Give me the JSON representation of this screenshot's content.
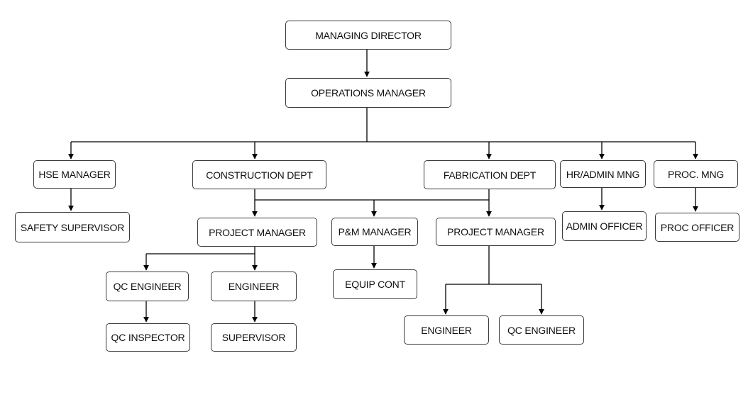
{
  "org_chart": {
    "nodes": {
      "managing_director": "MANAGING DIRECTOR",
      "operations_manager": "OPERATIONS MANAGER",
      "hse_manager": "HSE MANAGER",
      "safety_supervisor": "SAFETY SUPERVISOR",
      "construction_dept": "CONSTRUCTION DEPT",
      "fabrication_dept": "FABRICATION DEPT",
      "hr_admin_mng": "HR/ADMIN MNG",
      "proc_mng": "PROC. MNG",
      "admin_officer": "ADMIN OFFICER",
      "proc_officer": "PROC OFFICER",
      "project_manager_construction": "PROJECT MANAGER",
      "pm_manager": "P&M MANAGER",
      "project_manager_fabrication": "PROJECT MANAGER",
      "qc_engineer_construction": "QC ENGINEER",
      "engineer_construction": "ENGINEER",
      "equip_cont": "EQUIP CONT",
      "qc_inspector": "QC INSPECTOR",
      "supervisor": "SUPERVISOR",
      "engineer_fabrication": "ENGINEER",
      "qc_engineer_fabrication": "QC ENGINEER"
    },
    "colors": {
      "line": "#000000",
      "box_border": "#3a3a3a",
      "box_fill": "#ffffff",
      "text": "#111111"
    }
  }
}
